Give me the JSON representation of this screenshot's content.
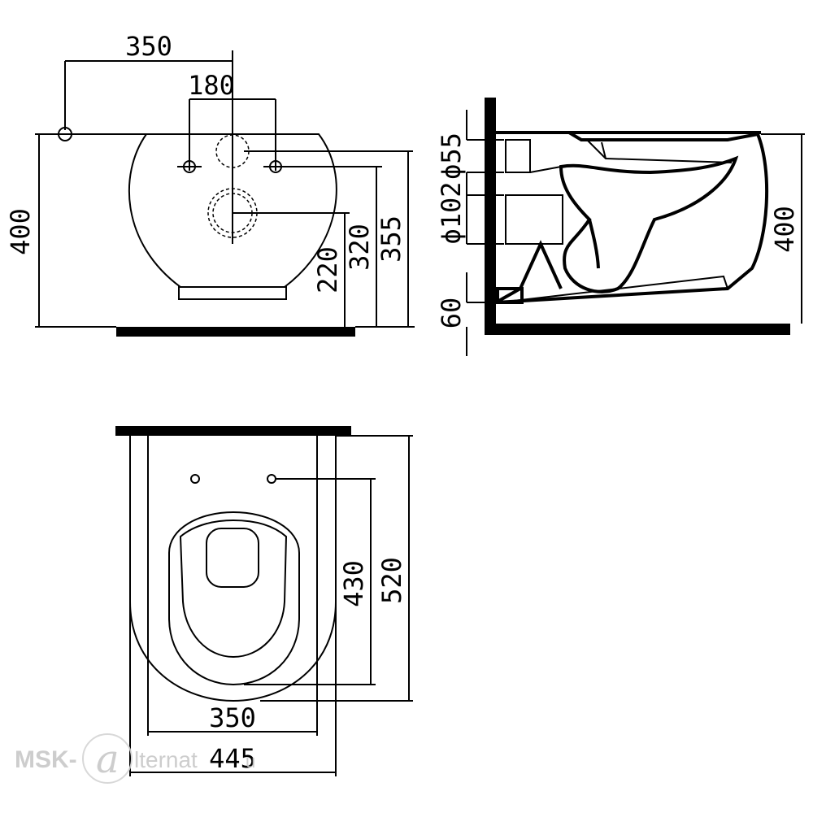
{
  "front_view": {
    "dim_350": "350",
    "dim_180": "180",
    "dim_400": "400",
    "dim_220": "220",
    "dim_320": "320",
    "dim_355": "355"
  },
  "side_view": {
    "dim_d55": "ϕ55",
    "dim_d102": "ϕ102",
    "dim_60": "60",
    "dim_400": "400"
  },
  "top_view": {
    "dim_430": "430",
    "dim_520": "520",
    "dim_350": "350",
    "dim_445": "445"
  },
  "watermark": {
    "prefix": "MSK-",
    "suffix": "lternat",
    "tail": "u"
  }
}
